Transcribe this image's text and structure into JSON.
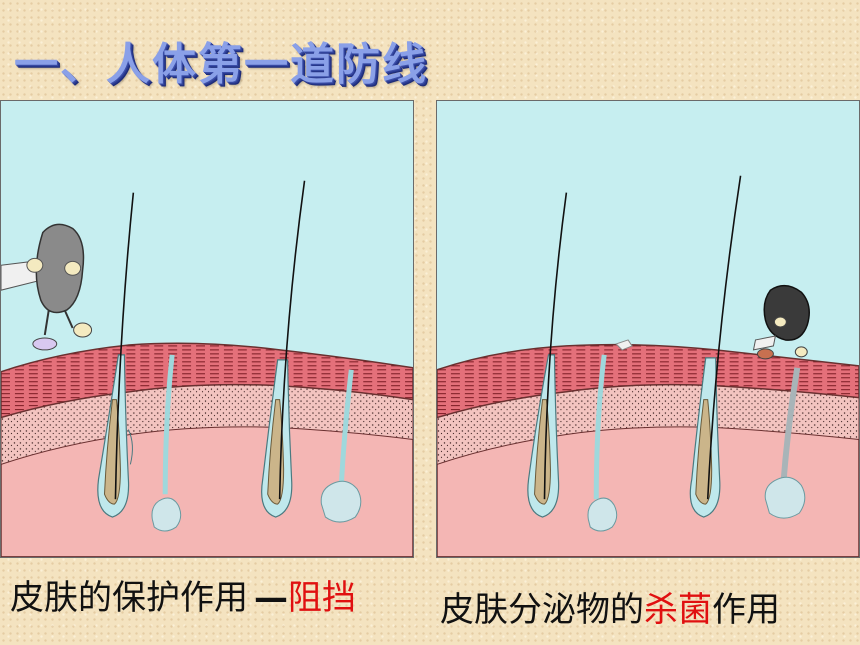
{
  "title": "一、人体第一道防线",
  "left_caption": {
    "text": "皮肤的保护作用",
    "dash": "—",
    "highlight": "阻挡"
  },
  "right_caption": {
    "text_before": "皮肤分泌物的",
    "highlight": "杀菌",
    "text_after": "作用"
  },
  "colors": {
    "sky": "#c6eef0",
    "epidermis": "#e4707a",
    "dermis": "#f1b0ae",
    "deep_skin": "#f4b6b4",
    "highlight_text": "#e01010",
    "title_fill": "#8aa0e8"
  }
}
